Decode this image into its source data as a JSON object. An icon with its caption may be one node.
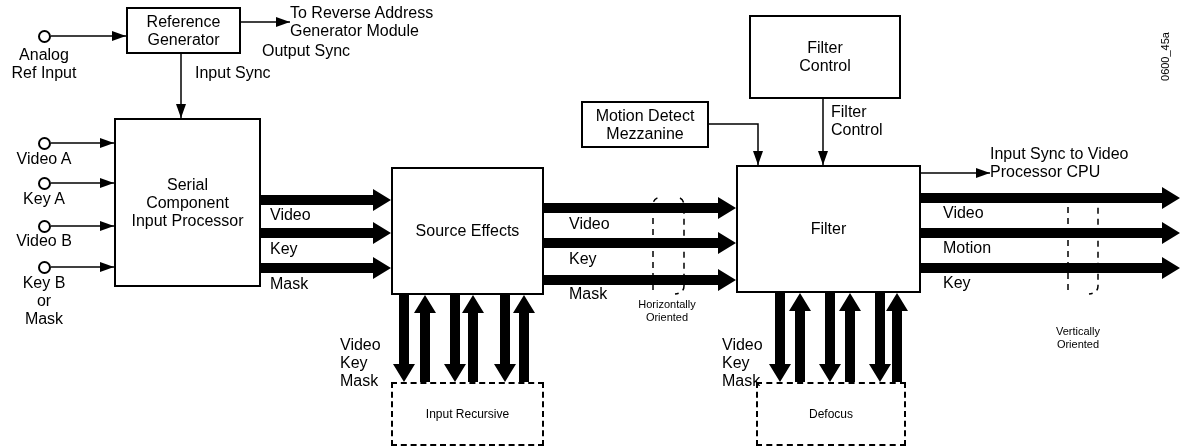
{
  "diagram": {
    "nodes": [
      {
        "text": [],
        "shape": "circle",
        "beside": [
          "Analog Ref Input"
        ]
      },
      {
        "text": [
          "Reference Generator"
        ]
      },
      {
        "text": [
          "To Reverse Address Generator Module"
        ]
      },
      {
        "text": [],
        "shape": "circle",
        "beside": [
          "Video A"
        ]
      },
      {
        "text": [],
        "shape": "circle",
        "beside": [
          "Key A"
        ]
      },
      {
        "text": [],
        "shape": "circle",
        "beside": [
          "Video B"
        ]
      },
      {
        "text": [],
        "shape": "circle",
        "beside": [
          "Key B or Mask"
        ]
      },
      {
        "text": [
          "Serial Component Input Processor"
        ]
      },
      {
        "text": [
          "Source Effects"
        ]
      },
      {
        "text": [
          "Motion Detect Mezzanine"
        ]
      },
      {
        "text": [
          "Filter Control"
        ]
      },
      {
        "text": [
          "Filter"
        ]
      },
      {
        "text": [
          "Input Sync to Video Processor CPU"
        ]
      },
      {
        "text": [
          "Input Recursive"
        ]
      },
      {
        "text": [
          "Defocus"
        ]
      }
    ],
    "edges": [
      {
        "from": 0,
        "to": 1,
        "arrow": "to"
      },
      {
        "from": 1,
        "to": 2,
        "arrow": "to",
        "label": "Output Sync"
      },
      {
        "from": 1,
        "to": 7,
        "arrow": "to",
        "label": "Input Sync"
      },
      {
        "from": 3,
        "to": 7,
        "arrow": "to"
      },
      {
        "from": 4,
        "to": 7,
        "arrow": "to"
      },
      {
        "from": 5,
        "to": 7,
        "arrow": "to"
      },
      {
        "from": 6,
        "to": 7,
        "arrow": "to"
      },
      {
        "from": 7,
        "to": 8,
        "arrow": "to",
        "label": "Video",
        "style": "thick"
      },
      {
        "from": 7,
        "to": 8,
        "arrow": "to",
        "label": "Key",
        "style": "thick"
      },
      {
        "from": 7,
        "to": 8,
        "arrow": "to",
        "label": "Mask",
        "style": "thick"
      },
      {
        "from": 8,
        "to": 11,
        "arrow": "to",
        "label": "Video",
        "style": "thick"
      },
      {
        "from": 8,
        "to": 11,
        "arrow": "to",
        "label": "Key",
        "style": "thick"
      },
      {
        "from": 8,
        "to": 11,
        "arrow": "to",
        "label": "Mask",
        "style": "thick"
      },
      {
        "from": 9,
        "to": 11,
        "arrow": "to"
      },
      {
        "from": 10,
        "to": 11,
        "arrow": "to",
        "label": "Filter Control"
      },
      {
        "from": 11,
        "to": 12,
        "arrow": "to"
      },
      {
        "from": 11,
        "to": null,
        "arrow": "to",
        "label": "Video",
        "style": "thick"
      },
      {
        "from": 11,
        "to": null,
        "arrow": "to",
        "label": "Motion",
        "style": "thick"
      },
      {
        "from": 11,
        "to": null,
        "arrow": "to",
        "label": "Key",
        "style": "thick"
      },
      {
        "from": 8,
        "to": 13,
        "arrow": "to",
        "style": "thick"
      },
      {
        "from": 13,
        "to": 8,
        "arrow": "to",
        "style": "thick"
      },
      {
        "from": 8,
        "to": 13,
        "arrow": "to",
        "style": "thick"
      },
      {
        "from": 13,
        "to": 8,
        "arrow": "to",
        "style": "thick"
      },
      {
        "from": 8,
        "to": 13,
        "arrow": "to",
        "style": "thick"
      },
      {
        "from": 13,
        "to": 8,
        "arrow": "to",
        "style": "thick"
      },
      {
        "from": 11,
        "to": 14,
        "arrow": "to",
        "style": "thick"
      },
      {
        "from": 14,
        "to": 11,
        "arrow": "to",
        "style": "thick"
      },
      {
        "from": 11,
        "to": 14,
        "arrow": "to",
        "style": "thick"
      },
      {
        "from": 14,
        "to": 11,
        "arrow": "to",
        "style": "thick"
      },
      {
        "from": 11,
        "to": 14,
        "arrow": "to",
        "style": "thick"
      },
      {
        "from": 14,
        "to": 11,
        "arrow": "to",
        "style": "thick"
      }
    ],
    "labels": [
      "Video Key Mask",
      "Horizontally Oriented",
      "Video Key Mask",
      "Vertically Oriented",
      "0600_45a"
    ]
  }
}
